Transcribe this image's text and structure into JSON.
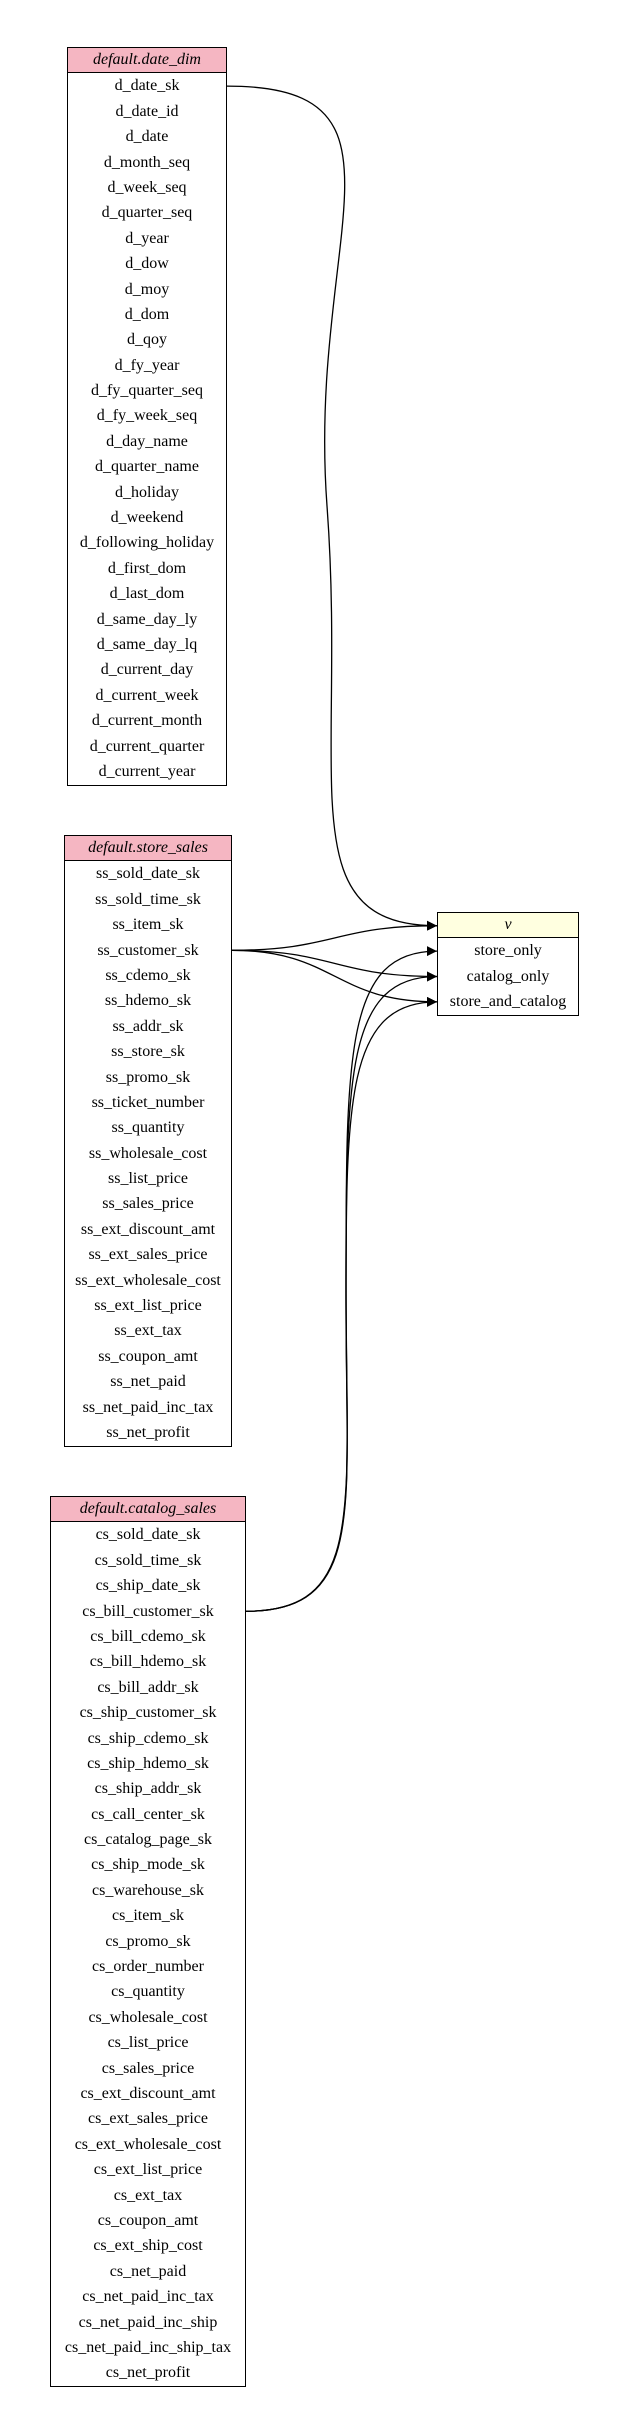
{
  "tables": [
    {
      "id": "date_dim",
      "title": "default.date_dim",
      "columns": [
        "d_date_sk",
        "d_date_id",
        "d_date",
        "d_month_seq",
        "d_week_seq",
        "d_quarter_seq",
        "d_year",
        "d_dow",
        "d_moy",
        "d_dom",
        "d_qoy",
        "d_fy_year",
        "d_fy_quarter_seq",
        "d_fy_week_seq",
        "d_day_name",
        "d_quarter_name",
        "d_holiday",
        "d_weekend",
        "d_following_holiday",
        "d_first_dom",
        "d_last_dom",
        "d_same_day_ly",
        "d_same_day_lq",
        "d_current_day",
        "d_current_week",
        "d_current_month",
        "d_current_quarter",
        "d_current_year"
      ]
    },
    {
      "id": "store_sales",
      "title": "default.store_sales",
      "columns": [
        "ss_sold_date_sk",
        "ss_sold_time_sk",
        "ss_item_sk",
        "ss_customer_sk",
        "ss_cdemo_sk",
        "ss_hdemo_sk",
        "ss_addr_sk",
        "ss_store_sk",
        "ss_promo_sk",
        "ss_ticket_number",
        "ss_quantity",
        "ss_wholesale_cost",
        "ss_list_price",
        "ss_sales_price",
        "ss_ext_discount_amt",
        "ss_ext_sales_price",
        "ss_ext_wholesale_cost",
        "ss_ext_list_price",
        "ss_ext_tax",
        "ss_coupon_amt",
        "ss_net_paid",
        "ss_net_paid_inc_tax",
        "ss_net_profit"
      ]
    },
    {
      "id": "catalog_sales",
      "title": "default.catalog_sales",
      "columns": [
        "cs_sold_date_sk",
        "cs_sold_time_sk",
        "cs_ship_date_sk",
        "cs_bill_customer_sk",
        "cs_bill_cdemo_sk",
        "cs_bill_hdemo_sk",
        "cs_bill_addr_sk",
        "cs_ship_customer_sk",
        "cs_ship_cdemo_sk",
        "cs_ship_hdemo_sk",
        "cs_ship_addr_sk",
        "cs_call_center_sk",
        "cs_catalog_page_sk",
        "cs_ship_mode_sk",
        "cs_warehouse_sk",
        "cs_item_sk",
        "cs_promo_sk",
        "cs_order_number",
        "cs_quantity",
        "cs_wholesale_cost",
        "cs_list_price",
        "cs_sales_price",
        "cs_ext_discount_amt",
        "cs_ext_sales_price",
        "cs_ext_wholesale_cost",
        "cs_ext_list_price",
        "cs_ext_tax",
        "cs_coupon_amt",
        "cs_ext_ship_cost",
        "cs_net_paid",
        "cs_net_paid_inc_tax",
        "cs_net_paid_inc_ship",
        "cs_net_paid_inc_ship_tax",
        "cs_net_profit"
      ]
    },
    {
      "id": "v",
      "title": "v",
      "columns": [
        "store_only",
        "catalog_only",
        "store_and_catalog"
      ]
    }
  ],
  "edges": [
    {
      "from": "date_dim.d_date_sk",
      "to": "v.v"
    },
    {
      "from": "store_sales.ss_customer_sk",
      "to": "v.v"
    },
    {
      "from": "store_sales.ss_customer_sk",
      "to": "v.catalog_only"
    },
    {
      "from": "store_sales.ss_customer_sk",
      "to": "v.store_and_catalog"
    },
    {
      "from": "catalog_sales.cs_bill_customer_sk",
      "to": "v.store_only"
    },
    {
      "from": "catalog_sales.cs_bill_customer_sk",
      "to": "v.catalog_only"
    },
    {
      "from": "catalog_sales.cs_bill_customer_sk",
      "to": "v.store_and_catalog"
    }
  ]
}
